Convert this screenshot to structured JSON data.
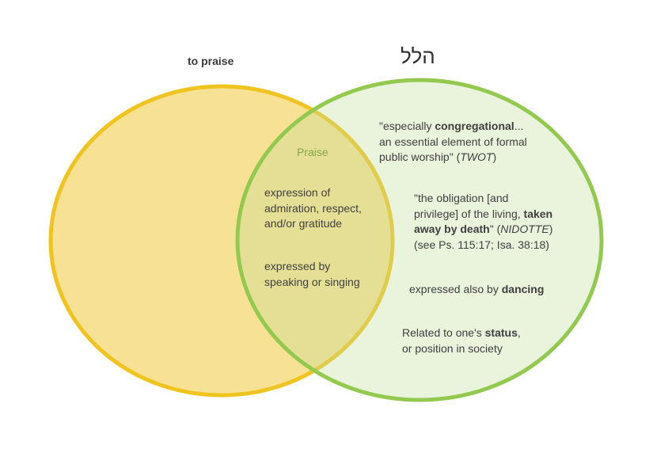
{
  "diagram": {
    "type": "venn",
    "left_title": "to praise",
    "right_title": "הלל",
    "overlap": {
      "label": "Praise",
      "definition": {
        "l1": "expression of",
        "l2": "admiration, respect,",
        "l3": "and/or gratitude"
      },
      "expression": {
        "l1": "expressed by",
        "l2": "speaking or singing"
      }
    },
    "right_notes": {
      "congregational": {
        "l1a": "\"especially ",
        "l1b": "congregational",
        "l1c": "...",
        "l2": "an essential element of formal",
        "l3a": "public worship\" (",
        "l3i": "TWOT",
        "l3c": ")"
      },
      "obligation": {
        "l1": "\"the obligation [and",
        "l2a": "privilege] of the living, ",
        "l2b": "taken",
        "l3a": "away by death",
        "l3b": "\" (",
        "l3i": "NIDOTTE",
        "l3c": ")",
        "l4": "(see Ps. 115:17; Isa. 38:18)"
      },
      "dancing": {
        "a": "expressed also by ",
        "b": "dancing"
      },
      "status": {
        "a": "Related to one's ",
        "b": "status",
        "c": ",",
        "l2": "or position in society"
      }
    },
    "colors": {
      "left_fill": "#F8E59E",
      "left_border": "#EFC41F",
      "right_fill": "#EAF3DC",
      "right_border": "#92C94E",
      "overlap_fill": "#E2DF8B",
      "praise_label": "#84A547",
      "text": "#3F3F3F"
    }
  }
}
